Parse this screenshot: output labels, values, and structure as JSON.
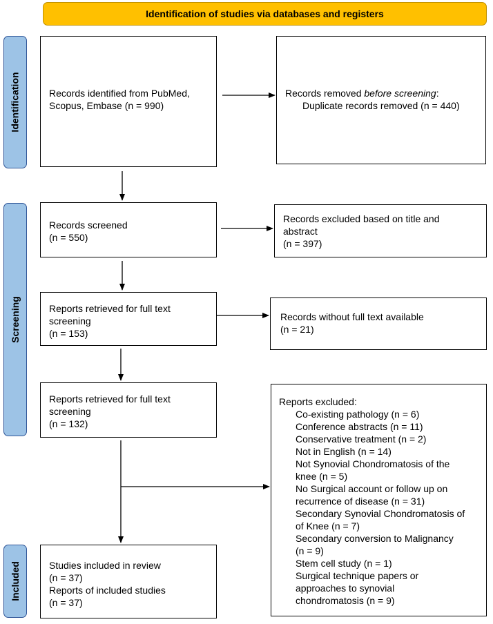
{
  "banner": "Identification of studies via databases and registers",
  "stages": {
    "identification": "Identification",
    "screening": "Screening",
    "included": "Included"
  },
  "boxes": {
    "records_identified": {
      "line1": "Records identified from PubMed,",
      "line2": "Scopus, Embase (n = 990)"
    },
    "records_removed": {
      "line1_prefix": "Records removed ",
      "line1_italic": "before screening",
      "line1_suffix": ":",
      "line2": "Duplicate records removed (n = 440)"
    },
    "records_screened": {
      "line1": "Records screened",
      "line2": "(n = 550)"
    },
    "records_excluded": {
      "line1": "Records excluded based on title and",
      "line2": "abstract",
      "line3": "(n = 397)"
    },
    "reports_retrieved_1": {
      "line1": "Reports retrieved for full text",
      "line2": "screening",
      "line3": "(n = 153)"
    },
    "no_full_text": {
      "line1": "Records without full text available",
      "line2": "(n = 21)"
    },
    "reports_retrieved_2": {
      "line1": "Reports retrieved for full text",
      "line2": "screening",
      "line3": "(n = 132)"
    },
    "reports_excluded": {
      "header": "Reports excluded:",
      "lines": [
        "Co-existing pathology (n = 6)",
        "Conference abstracts (n = 11)",
        "Conservative treatment (n = 2)",
        "Not in English (n = 14)",
        "Not Synovial Chondromatosis of the",
        "knee (n = 5)",
        "No Surgical account or follow up on",
        "recurrence of disease (n = 31)",
        "Secondary Synovial Chondromatosis of",
        "of Knee (n = 7)",
        "Secondary conversion to Malignancy",
        "(n = 9)",
        "Stem cell study (n = 1)",
        "Surgical technique papers or",
        "approaches to synovial",
        "chondromatosis (n = 9)"
      ]
    },
    "included": {
      "line1": "Studies included in review",
      "line2": "(n = 37)",
      "line3": "Reports of included studies",
      "line4": "(n = 37)"
    }
  }
}
